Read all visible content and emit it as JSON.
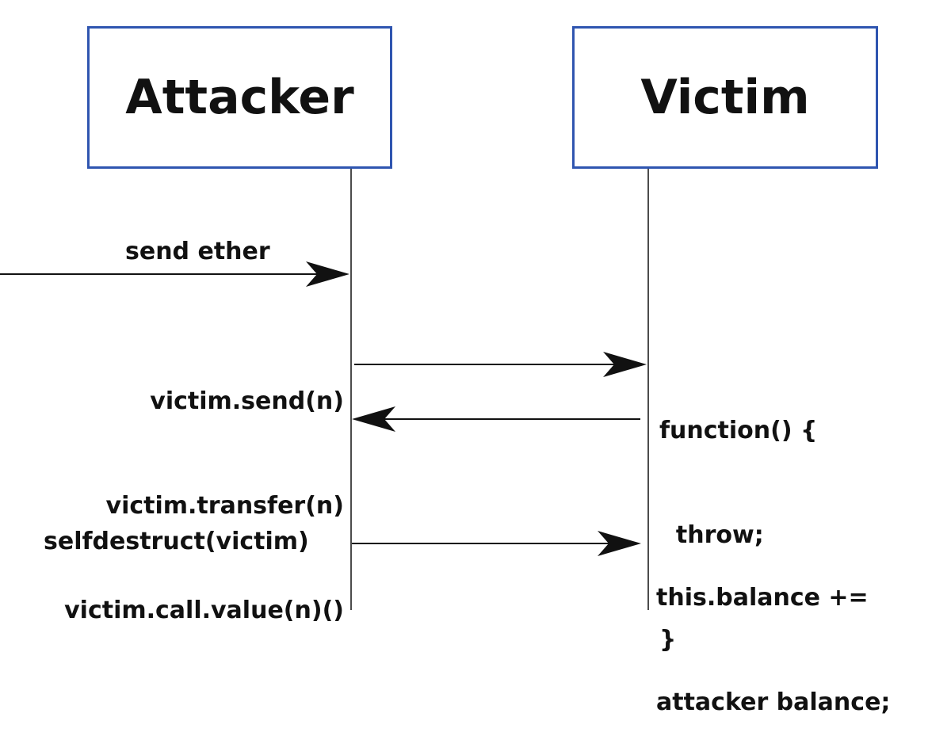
{
  "participants": {
    "attacker": "Attacker",
    "victim": "Victim"
  },
  "messages": {
    "send_ether": "send ether",
    "victim_calls": [
      "victim.send(n)",
      "victim.transfer(n)",
      "victim.call.value(n)()"
    ],
    "selfdestruct": "selfdestruct(victim)"
  },
  "notes": {
    "fallback": [
      "function() {",
      "  throw;",
      "}"
    ],
    "balance": [
      "this.balance +=",
      "attacker balance;"
    ]
  },
  "colors": {
    "box_border": "#2f55b0",
    "line": "#111111"
  }
}
